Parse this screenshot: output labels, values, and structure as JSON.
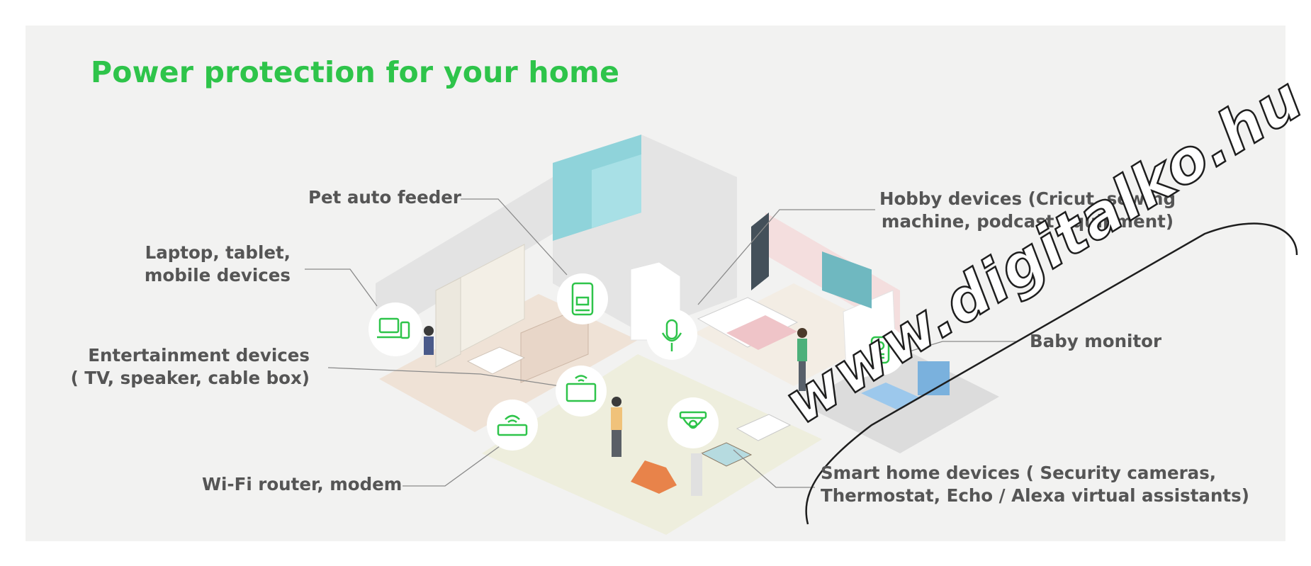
{
  "title": "Power protection for your home",
  "labels": {
    "pet_feeder": "Pet auto feeder",
    "laptop_line1": "Laptop, tablet,",
    "laptop_line2": "mobile devices",
    "entertainment_line1": "Entertainment devices",
    "entertainment_line2": "( TV, speaker, cable box)",
    "wifi": "Wi-Fi router, modem",
    "hobby_line1": "Hobby devices (Cricut, sewing",
    "hobby_line2": "machine, podcast equipment)",
    "baby": "Baby monitor",
    "smart_line1": "Smart home devices ( Security cameras,",
    "smart_line2": "Thermostat, Echo / Alexa virtual assistants)"
  },
  "watermark": "www.digitalko.hu",
  "colors": {
    "accent": "#2ec44a",
    "text": "#555555",
    "background": "#f2f2f1",
    "floor": "#eeeedd",
    "kitchen_floor": "#efe2d6",
    "bath_glass": "#8fd3da"
  },
  "icons": [
    "devices-icon",
    "pet-feeder-icon",
    "tv-icon",
    "router-icon",
    "microphone-icon",
    "security-camera-icon",
    "baby-monitor-icon"
  ]
}
